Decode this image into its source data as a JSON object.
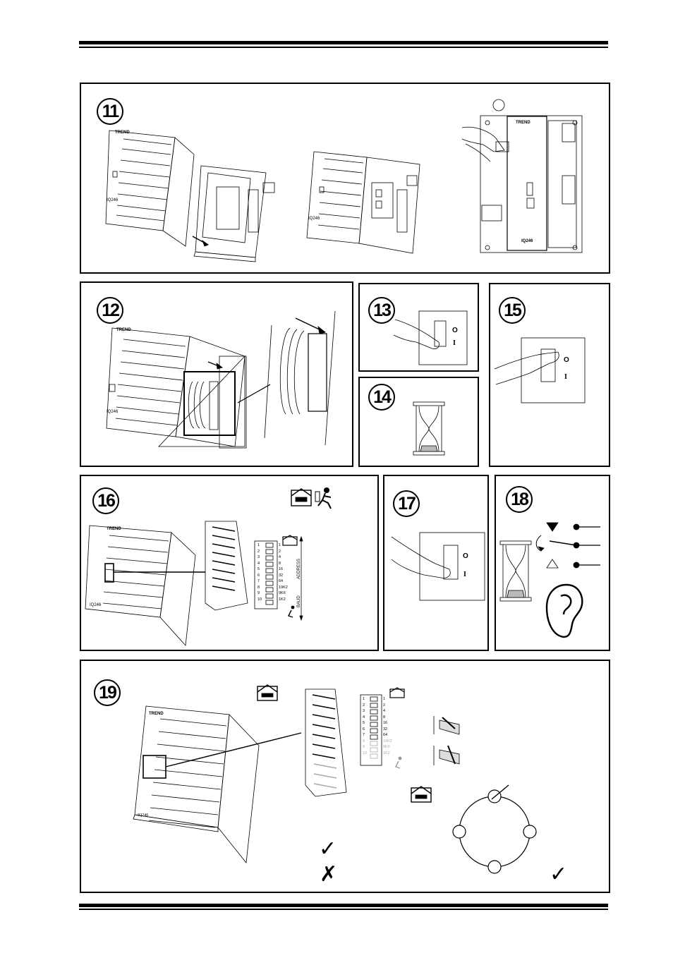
{
  "steps": {
    "s11": "11",
    "s12": "12",
    "s13": "13",
    "s14": "14",
    "s15": "15",
    "s16": "16",
    "s17": "17",
    "s18": "18",
    "s19": "19"
  },
  "brand": "TREND",
  "model": "IQ246",
  "switch": {
    "off": "O",
    "on": "I"
  },
  "dip": {
    "positions": [
      "1",
      "2",
      "3",
      "4",
      "5",
      "6",
      "7",
      "8",
      "9",
      "10"
    ],
    "values16": [
      "1",
      "2",
      "4",
      "8",
      "16",
      "32",
      "64",
      "19K2",
      "9K6",
      "1K2"
    ],
    "values19": [
      "1",
      "2",
      "4",
      "8",
      "16",
      "32",
      "64",
      "19K2",
      "9K6",
      "1K2"
    ],
    "address_label": "ADDRESS",
    "baud_label": "BAUD"
  },
  "marks": {
    "tick": "✓",
    "cross": "✗"
  },
  "icons": [
    "envelope-icon",
    "running-person-icon",
    "hourglass-icon",
    "hand-icon",
    "ear-icon",
    "relay-icon",
    "ring-network-icon"
  ]
}
